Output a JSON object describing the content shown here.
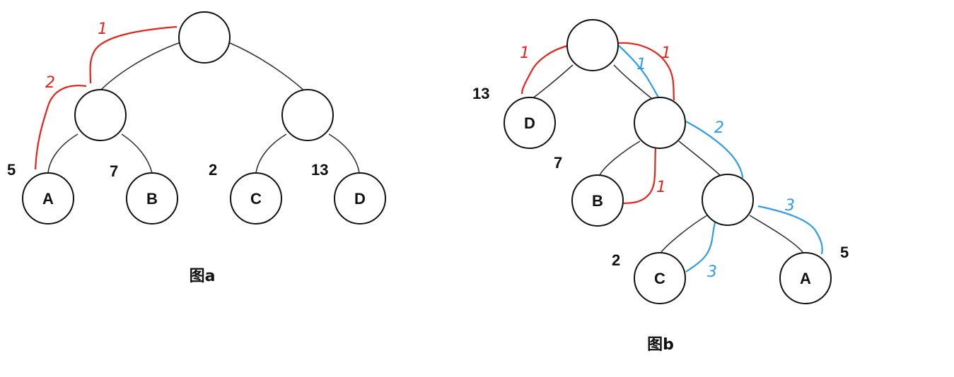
{
  "figure_a": {
    "caption": "图a",
    "leaves": [
      {
        "label": "A",
        "weight": "5"
      },
      {
        "label": "B",
        "weight": "7"
      },
      {
        "label": "C",
        "weight": "2"
      },
      {
        "label": "D",
        "weight": "13"
      }
    ],
    "annotations": [
      "1",
      "2"
    ]
  },
  "figure_b": {
    "caption": "图b",
    "leaves": [
      {
        "label": "D",
        "weight": "13"
      },
      {
        "label": "B",
        "weight": "7"
      },
      {
        "label": "C",
        "weight": "2"
      },
      {
        "label": "A",
        "weight": "5"
      }
    ],
    "red_annotations": [
      "1",
      "1",
      "1"
    ],
    "blue_annotations": [
      "1",
      "2",
      "3",
      "3"
    ]
  },
  "colors": {
    "red_path": "#e8231b",
    "blue_path": "#2f9de6"
  }
}
